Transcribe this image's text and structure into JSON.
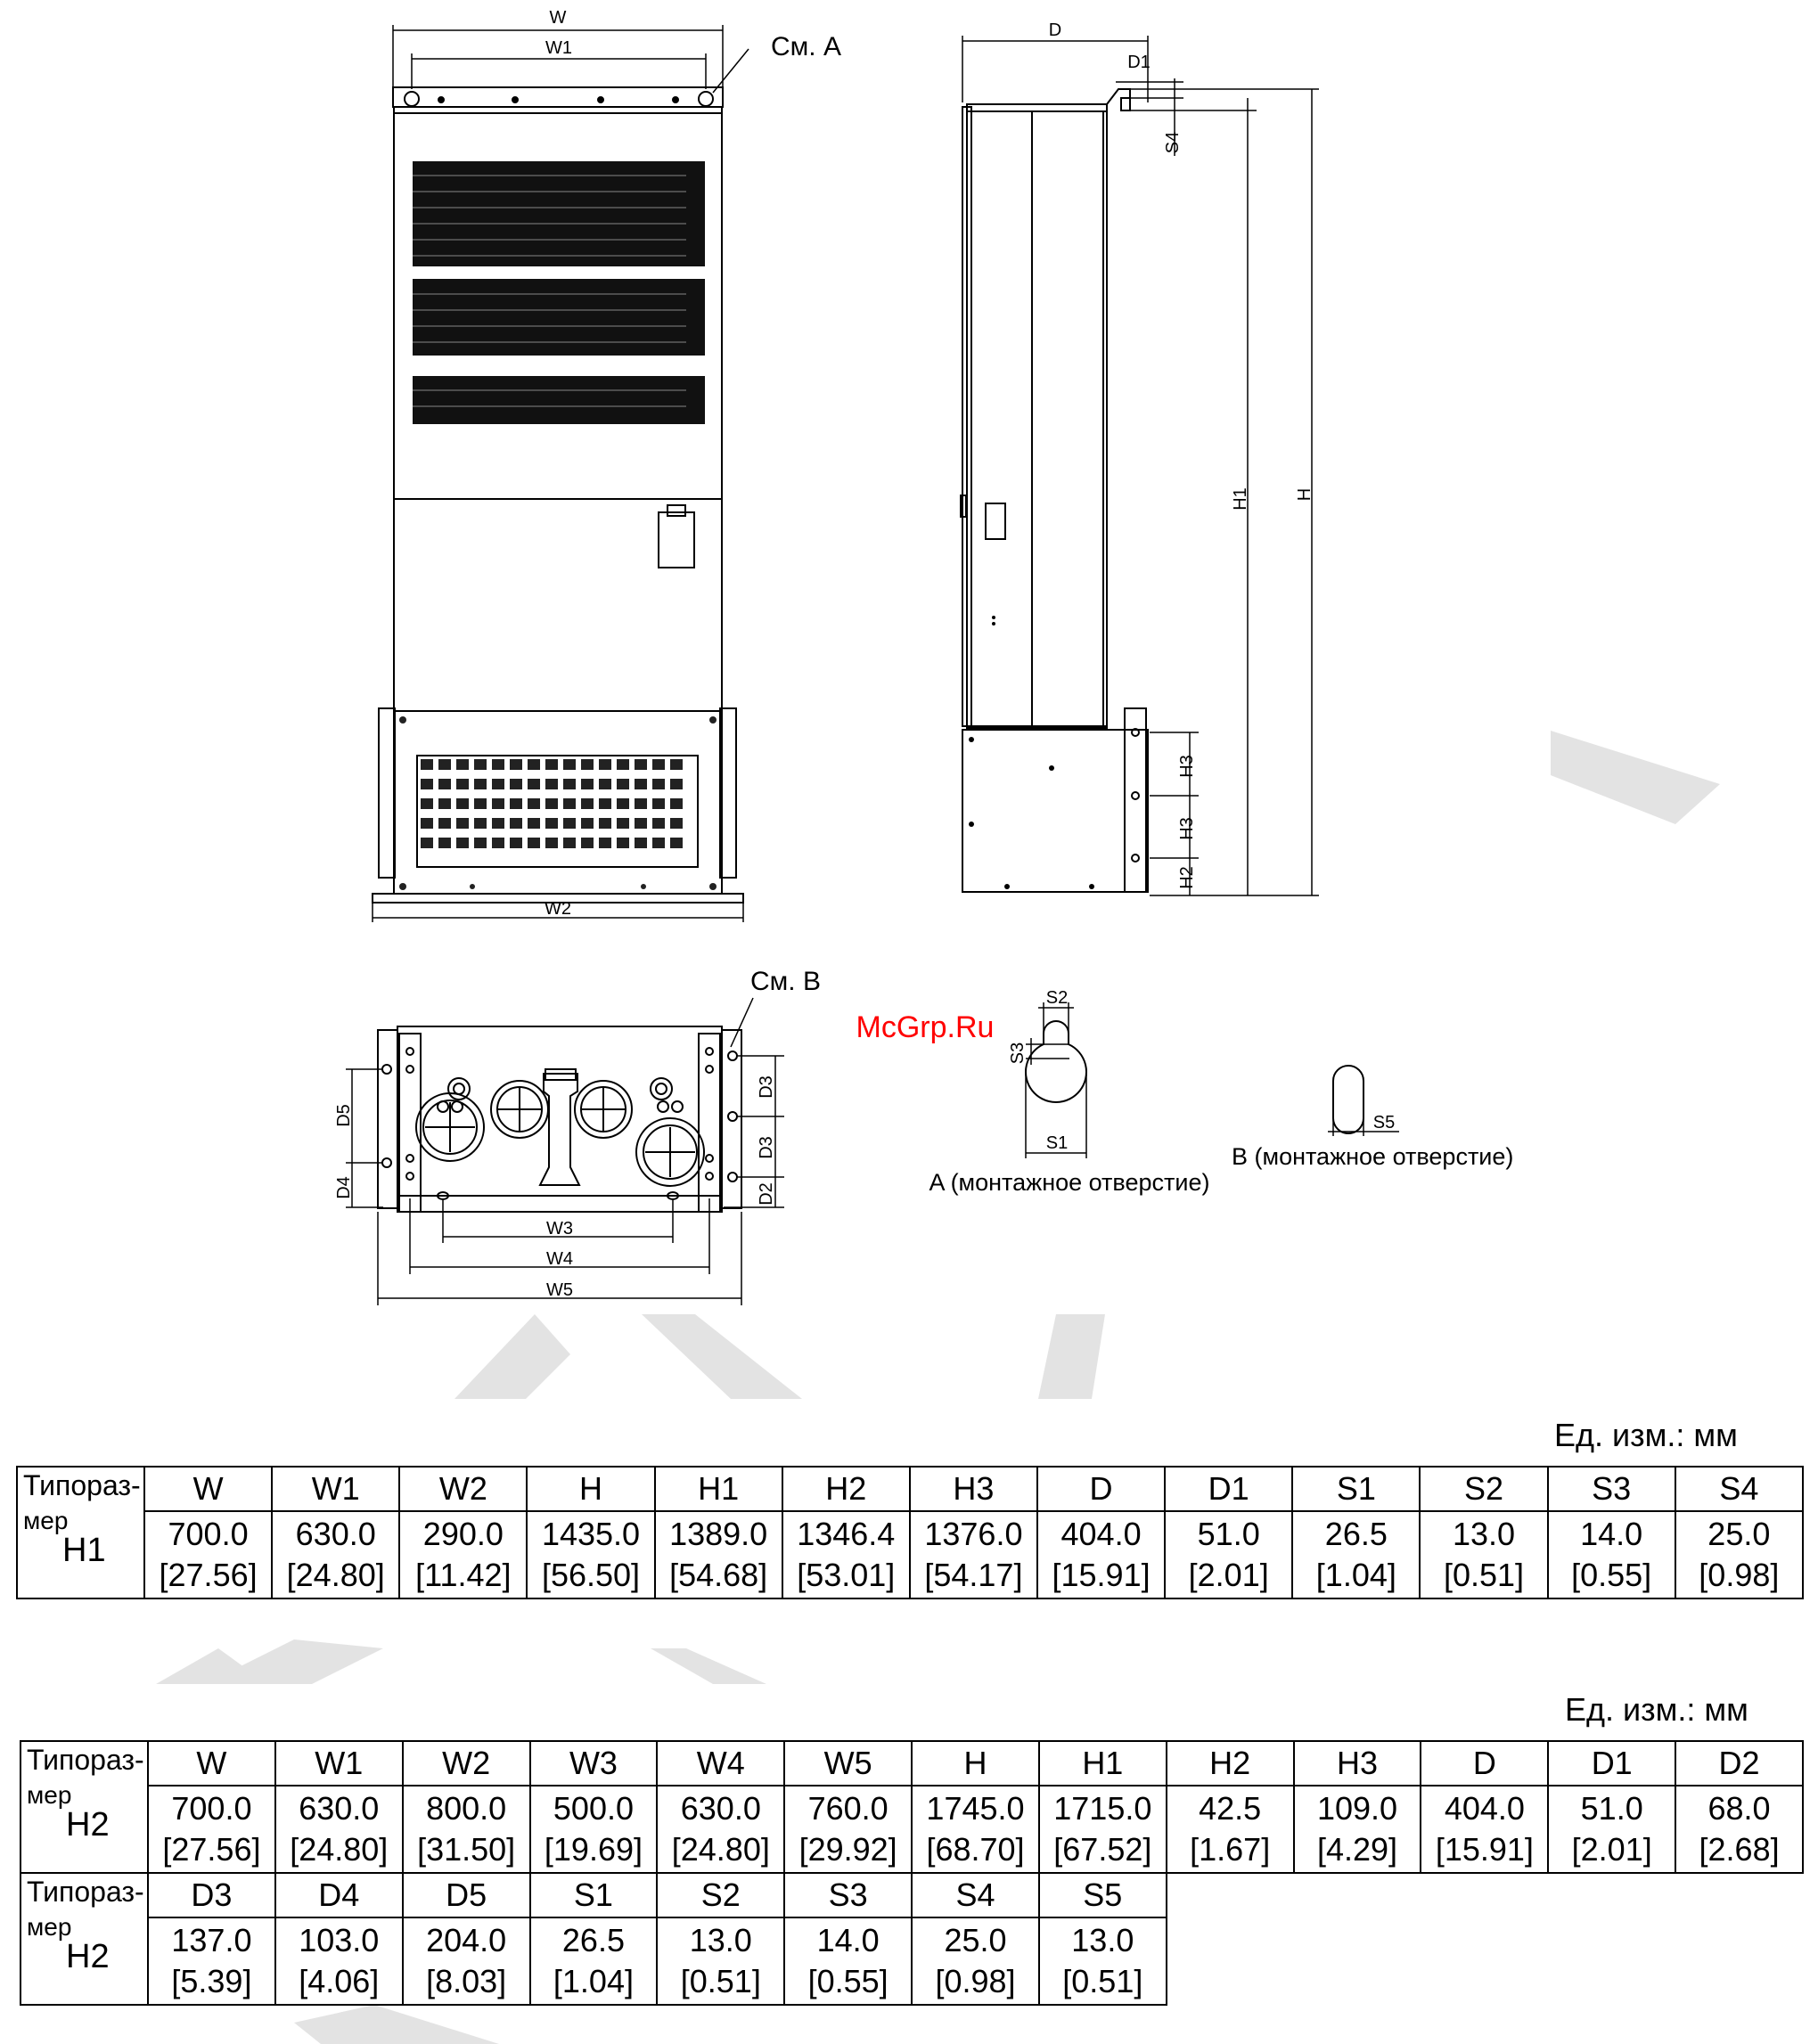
{
  "drawing": {
    "front_labels": {
      "w": "W",
      "w1": "W1",
      "w2": "W2"
    },
    "side_labels": {
      "d": "D",
      "d1": "D1",
      "s4": "S4",
      "h1": "H1",
      "h": "H",
      "h3a": "H3",
      "h3b": "H3",
      "h2": "H2"
    },
    "bottom_labels": {
      "d5": "D5",
      "d4": "D4",
      "d3a": "D3",
      "d3b": "D3",
      "d2": "D2",
      "w3": "W3",
      "w4": "W4",
      "w5": "W5"
    },
    "callout_a": "См. A",
    "callout_b": "См. B",
    "detail_a": {
      "s1": "S1",
      "s2": "S2",
      "s3": "S3",
      "caption": "A (монтажное отверстие)"
    },
    "detail_b": {
      "s5": "S5",
      "caption": "B (монтажное отверстие)"
    },
    "watermark": "McGrp.Ru"
  },
  "table1": {
    "unit": "Ед. изм.: мм",
    "type_header_l1": "Типораз-",
    "type_header_l2": "мер",
    "type_code": "H1",
    "headers": [
      "W",
      "W1",
      "W2",
      "H",
      "H1",
      "H2",
      "H3",
      "D",
      "D1",
      "S1",
      "S2",
      "S3",
      "S4"
    ],
    "values": [
      "700.0",
      "630.0",
      "290.0",
      "1435.0",
      "1389.0",
      "1346.4",
      "1376.0",
      "404.0",
      "51.0",
      "26.5",
      "13.0",
      "14.0",
      "25.0"
    ],
    "inches": [
      "[27.56]",
      "[24.80]",
      "[11.42]",
      "[56.50]",
      "[54.68]",
      "[53.01]",
      "[54.17]",
      "[15.91]",
      "[2.01]",
      "[1.04]",
      "[0.51]",
      "[0.55]",
      "[0.98]"
    ]
  },
  "table2": {
    "unit": "Ед. изм.: мм",
    "type_header_l1": "Типораз-",
    "type_header_l2": "мер",
    "type_code": "H2",
    "row1": {
      "headers": [
        "W",
        "W1",
        "W2",
        "W3",
        "W4",
        "W5",
        "H",
        "H1",
        "H2",
        "H3",
        "D",
        "D1",
        "D2"
      ],
      "values": [
        "700.0",
        "630.0",
        "800.0",
        "500.0",
        "630.0",
        "760.0",
        "1745.0",
        "1715.0",
        "42.5",
        "109.0",
        "404.0",
        "51.0",
        "68.0"
      ],
      "inches": [
        "[27.56]",
        "[24.80]",
        "[31.50]",
        "[19.69]",
        "[24.80]",
        "[29.92]",
        "[68.70]",
        "[67.52]",
        "[1.67]",
        "[4.29]",
        "[15.91]",
        "[2.01]",
        "[2.68]"
      ]
    },
    "row2": {
      "headers": [
        "D3",
        "D4",
        "D5",
        "S1",
        "S2",
        "S3",
        "S4",
        "S5"
      ],
      "values": [
        "137.0",
        "103.0",
        "204.0",
        "26.5",
        "13.0",
        "14.0",
        "25.0",
        "13.0"
      ],
      "inches": [
        "[5.39]",
        "[4.06]",
        "[8.03]",
        "[1.04]",
        "[0.51]",
        "[0.55]",
        "[0.98]",
        "[0.51]"
      ]
    }
  }
}
